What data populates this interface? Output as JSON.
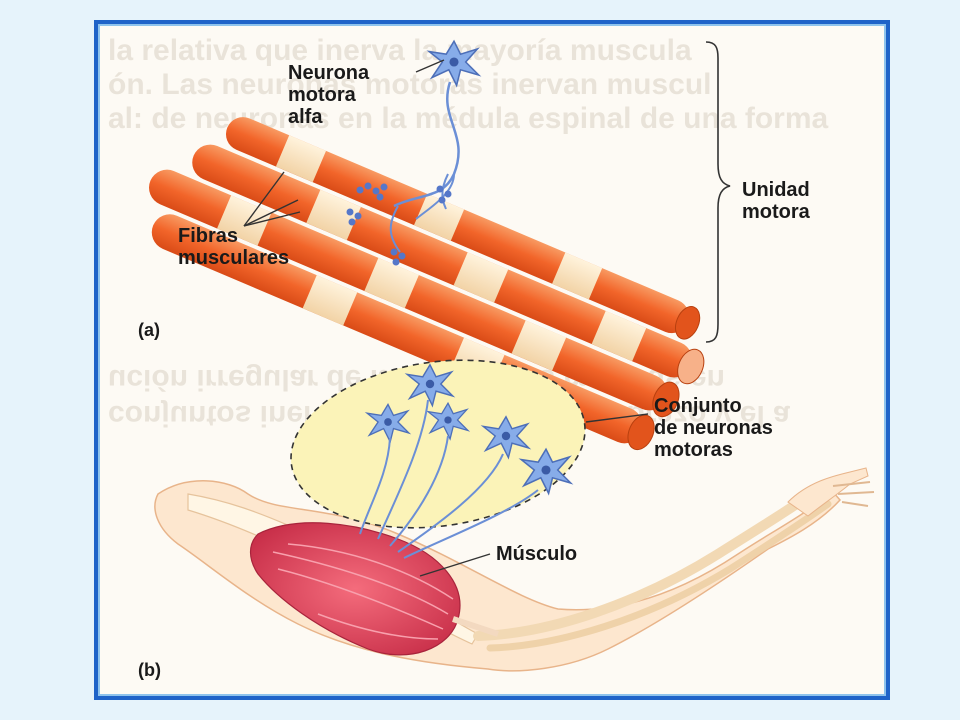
{
  "panel_a": {
    "tag": "(a)",
    "neuron_label_1": "Neurona",
    "neuron_label_2": "motora",
    "neuron_label_3": "alfa",
    "fibers_label_1": "Fibras",
    "fibers_label_2": "musculares",
    "unit_label_1": "Unidad",
    "unit_label_2": "motora"
  },
  "panel_b": {
    "tag": "(b)",
    "pool_label_1": "Conjunto",
    "pool_label_2": "de neuronas",
    "pool_label_3": "motoras",
    "muscle_label": "Músculo"
  },
  "colors": {
    "frame_border": "#1f63c8",
    "page_background": "#e6f3fb",
    "fiber_orange": "#f26a2e",
    "fiber_cream": "#f8e2c0",
    "neuron_blue": "#7fa6e6",
    "pool_yellow": "#fbf3b8",
    "muscle_red": "#e2475a"
  },
  "icons": {
    "neuron": "neuron-icon",
    "fiber_bundle": "muscle-fiber-bundle",
    "arm": "arm-anatomy",
    "bracket": "curly-bracket"
  }
}
